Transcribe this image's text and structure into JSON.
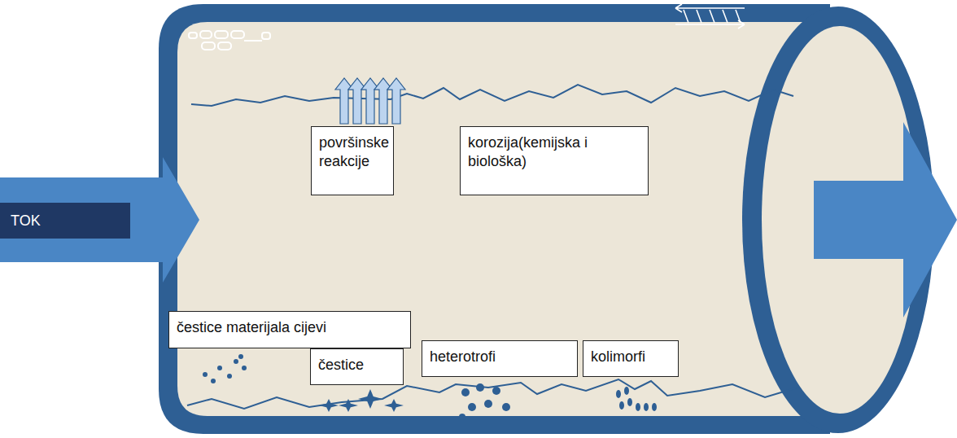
{
  "diagram": {
    "nodes": [
      {
        "text": [
          "TOK"
        ]
      },
      {
        "text": [
          "površinske reakcije"
        ]
      },
      {
        "text": [
          "korozija(kemijska i biološka)"
        ]
      },
      {
        "text": [
          "čestice materijala cijevi"
        ]
      },
      {
        "text": [
          "čestice"
        ]
      },
      {
        "text": [
          "heterotrofi"
        ]
      },
      {
        "text": [
          "kolimorfi"
        ]
      }
    ],
    "edges": []
  }
}
